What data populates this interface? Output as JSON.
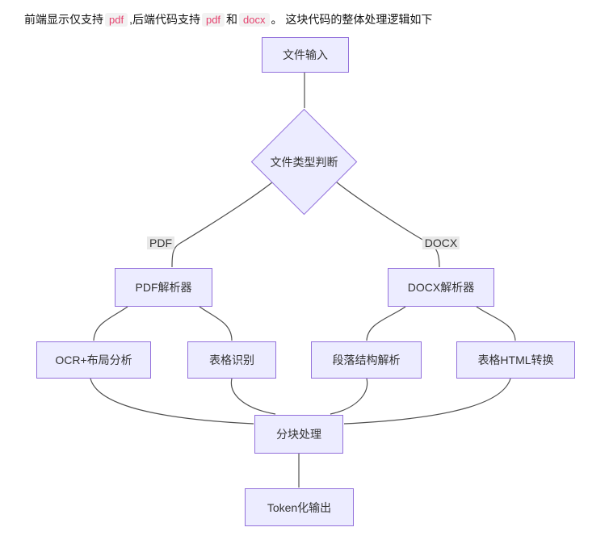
{
  "intro": {
    "segments": [
      {
        "type": "text",
        "text": "前端显示仅支持"
      },
      {
        "type": "code",
        "text": "pdf"
      },
      {
        "type": "text",
        "text": ",后端代码支持"
      },
      {
        "type": "code",
        "text": "pdf"
      },
      {
        "type": "text",
        "text": "和"
      },
      {
        "type": "code",
        "text": "docx"
      },
      {
        "type": "text",
        "text": "。 这块代码的整体处理逻辑如下"
      }
    ]
  },
  "diagram": {
    "nodes": {
      "file_input": "文件输入",
      "type_decision": "文件类型判断",
      "pdf_parser": "PDF解析器",
      "docx_parser": "DOCX解析器",
      "ocr_layout": "OCR+布局分析",
      "table_recognition": "表格识别",
      "paragraph_parse": "段落结构解析",
      "table_html": "表格HTML转换",
      "chunking": "分块处理",
      "token_output": "Token化输出"
    },
    "edge_labels": {
      "pdf": "PDF",
      "docx": "DOCX"
    },
    "colors": {
      "node_fill": "#ECECFF",
      "node_border": "#9370DB",
      "edge": "#4f4f4f",
      "edge_label_bg": "#e8e8e8",
      "code_text": "#e5426e",
      "code_bg": "#f2f2f2"
    }
  }
}
